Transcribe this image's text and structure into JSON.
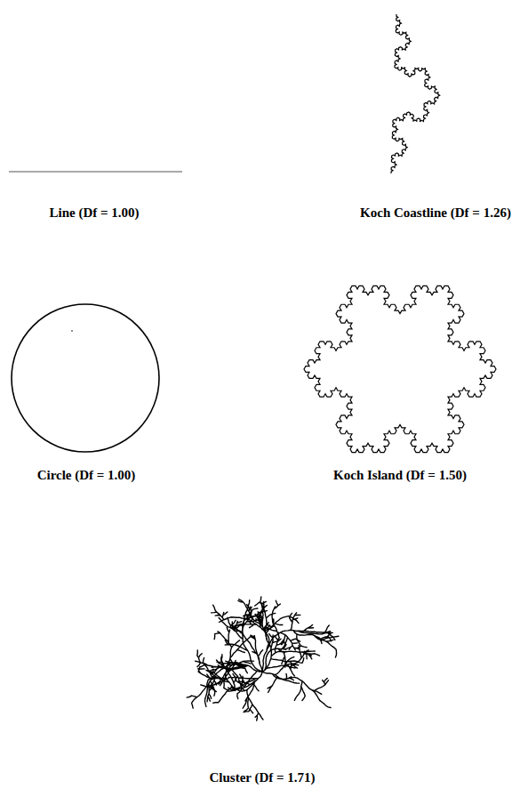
{
  "diagram": {
    "labels": [
      "Line (Df = 1.00)",
      "Koch Coastline (Df = 1.26)",
      "Circle (Df = 1.00)",
      "Koch Island (Df = 1.50)",
      "Cluster (Df = 1.71)"
    ]
  }
}
